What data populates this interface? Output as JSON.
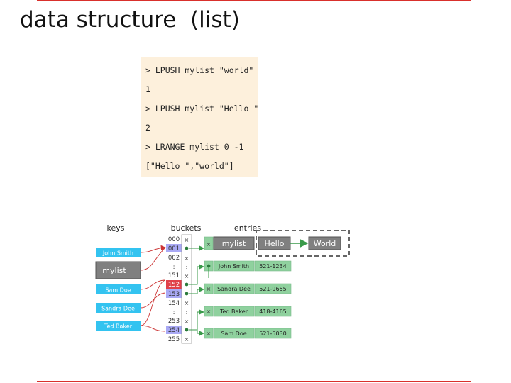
{
  "slide": {
    "title": "data structure  (list)"
  },
  "code": {
    "lines": [
      "> LPUSH mylist \"world\"",
      "1",
      "> LPUSH mylist \"Hello \"",
      "2",
      "> LRANGE mylist 0 -1",
      "[\"Hello \",\"world\"]"
    ]
  },
  "diagram": {
    "headers": {
      "keys": "keys",
      "buckets": "buckets",
      "entries": "entries"
    },
    "keys": [
      "John Smith",
      "mylist",
      "Sam Doe",
      "Sandra Dee",
      "Ted Baker"
    ],
    "buckets": [
      "000",
      "001",
      "002",
      ":",
      "151",
      "152",
      "153",
      "154",
      ":",
      "253",
      "254",
      "255"
    ],
    "entries": [
      {
        "name": "mylist",
        "value": "Hello",
        "next": "World"
      },
      {
        "name": "John Smith",
        "value": "521-1234"
      },
      {
        "name": "Sandra Dee",
        "value": "521-9655"
      },
      {
        "name": "Ted Baker",
        "value": "418-4165"
      },
      {
        "name": "Sam Doe",
        "value": "521-5030"
      }
    ],
    "colors": {
      "key_fill": "#33c3f0",
      "bucket_highlight_blue": "#a9a9f5",
      "bucket_highlight_red": "#e0404a",
      "entry_fill": "#8fd19e",
      "link_green": "#3a9a4a",
      "link_red": "#cc3333",
      "dashed_border": "#666666"
    }
  }
}
